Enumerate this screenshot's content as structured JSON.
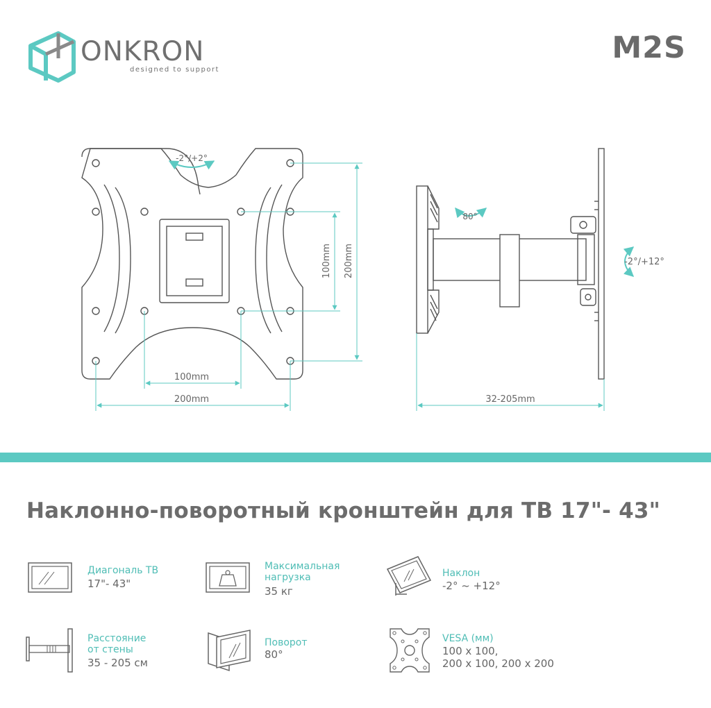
{
  "brand": {
    "name": "ONKRON",
    "tagline": "designed to support"
  },
  "model": "M2S",
  "drawing": {
    "front": {
      "swivel": "-2°/+2°",
      "inner_width": "100mm",
      "outer_width": "200mm",
      "inner_height": "100mm",
      "outer_height": "200mm"
    },
    "side": {
      "rotation": "80°",
      "tilt": "-2°/+12°",
      "distance": "32-205mm"
    }
  },
  "title": "Наклонно-поворотный кронштейн для ТВ 17\"- 43\"",
  "specs": [
    {
      "icon": "tv-screen-icon",
      "label_lines": [
        "Диагональ ТВ"
      ],
      "value_lines": [
        "17\"- 43\""
      ]
    },
    {
      "icon": "weight-icon",
      "label_lines": [
        "Максимальная",
        "нагрузка"
      ],
      "value_lines": [
        "35 кг"
      ]
    },
    {
      "icon": "tilt-icon",
      "label_lines": [
        "Наклон"
      ],
      "value_lines": [
        "-2° ~ +12°"
      ]
    },
    {
      "icon": "wall-distance-icon",
      "label_lines": [
        "Расстояние",
        "от стены"
      ],
      "value_lines": [
        "35 - 205 см"
      ]
    },
    {
      "icon": "swivel-icon",
      "label_lines": [
        "Поворот"
      ],
      "value_lines": [
        "80°"
      ]
    },
    {
      "icon": "vesa-icon",
      "label_lines": [
        "VESA (мм)"
      ],
      "value_lines": [
        "100 x 100,",
        "200 x 100, 200 x 200"
      ]
    }
  ],
  "colors": {
    "accent": "#5cc9c2",
    "text": "#6e6e6e",
    "line": "#555555"
  }
}
